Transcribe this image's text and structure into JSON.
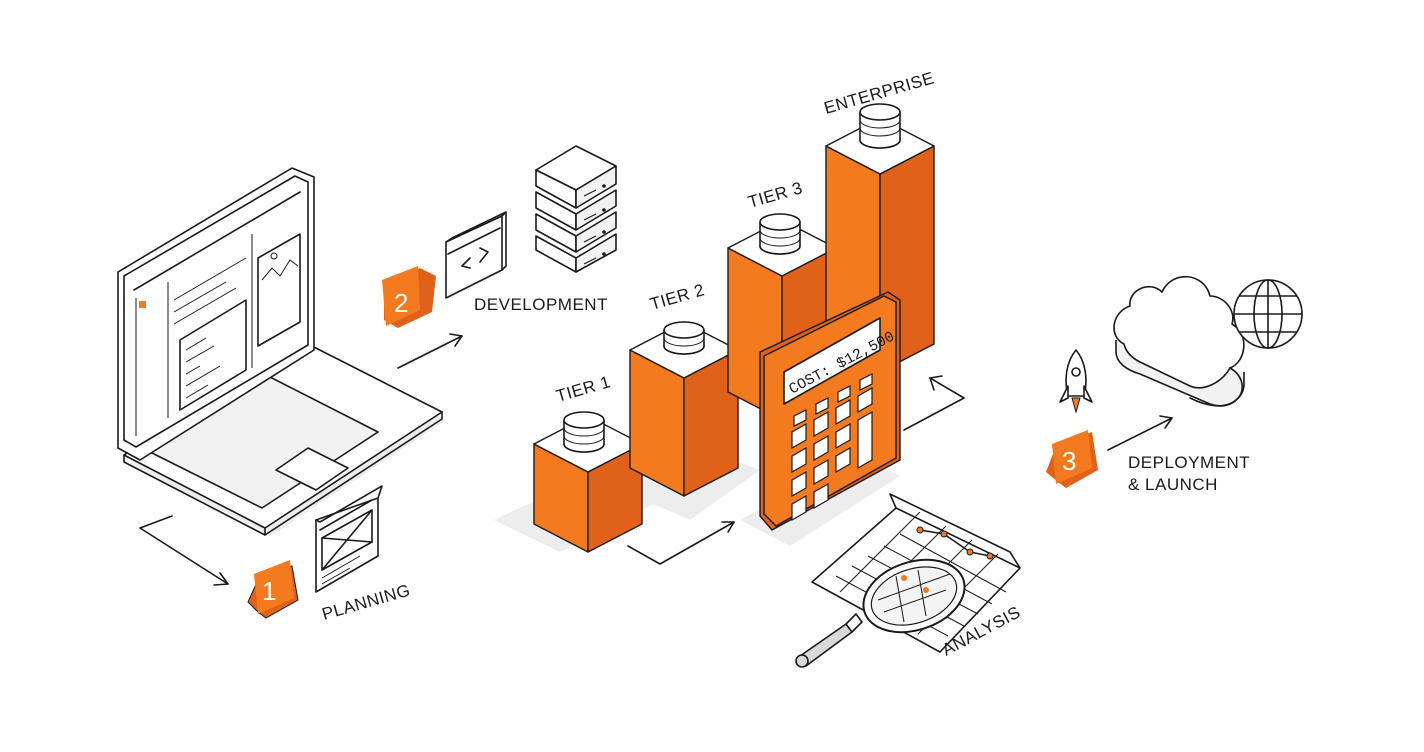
{
  "steps": [
    {
      "number": "1",
      "label": "PLANNING"
    },
    {
      "number": "2",
      "label": "DEVELOPMENT"
    },
    {
      "number": "3",
      "label": "DEPLOYMENT",
      "label_line2": "& LAUNCH"
    }
  ],
  "tiers": [
    {
      "label": "TIER 1"
    },
    {
      "label": "TIER 2"
    },
    {
      "label": "TIER 3"
    },
    {
      "label": "ENTERPRISE"
    }
  ],
  "calculator": {
    "display": "COST: $12,500"
  },
  "analysis": {
    "label": "ANALYSIS"
  },
  "colors": {
    "accent": "#f47a1f",
    "accent_dark": "#e0621a",
    "ink": "#1a1a1a"
  },
  "icons": [
    "laptop-icon",
    "wireframe-icon",
    "code-window-icon",
    "server-stack-icon",
    "coins-icon",
    "calculator-icon",
    "magnifier-icon",
    "chart-paper-icon",
    "rocket-icon",
    "cloud-icon",
    "globe-icon",
    "arrow-icon"
  ]
}
